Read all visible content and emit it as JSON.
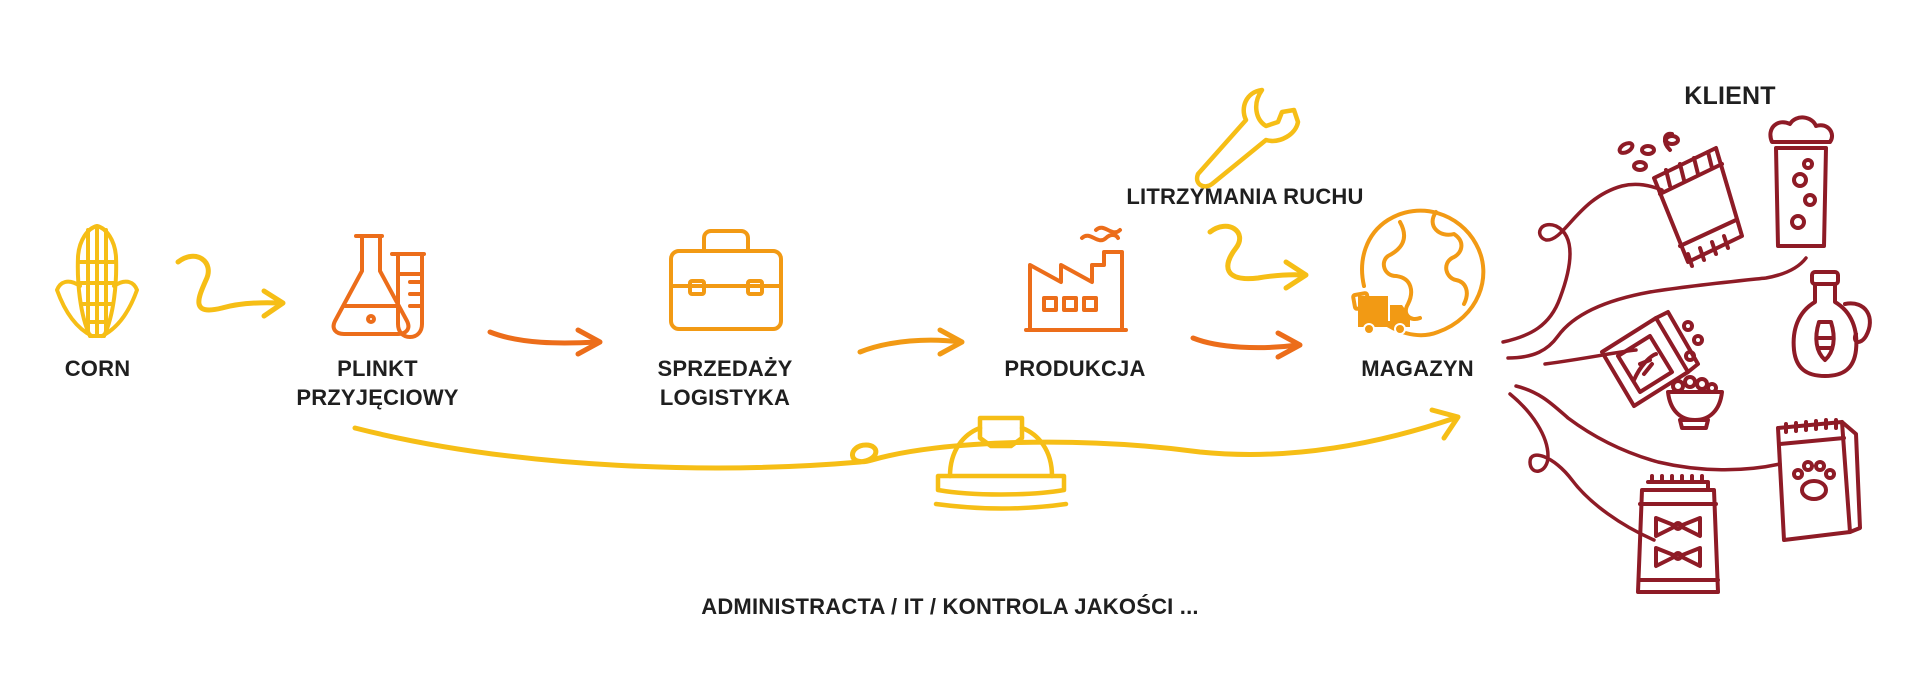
{
  "colors": {
    "yellow": "#F6BE16",
    "amber": "#F29A14",
    "orange": "#EC6D1A",
    "maroon": "#8E1B26",
    "text": "#1f1f1f"
  },
  "nodes": {
    "corn": {
      "line1": "CORN",
      "icon": "corn-icon"
    },
    "lab": {
      "line1": "PLINKT",
      "line2": "PRZYJĘCIOWY",
      "icon": "lab-flask-icon"
    },
    "sales": {
      "line1": "SPRZEDAŻY",
      "line2": "LOGISTYKA",
      "icon": "briefcase-icon"
    },
    "production": {
      "line1": "PRODUKCJA",
      "icon": "factory-icon"
    },
    "warehouse": {
      "line1": "MAGAZYN",
      "icon": "globe-truck-icon"
    },
    "maintenance": {
      "line1": "LITRZYMANIA RUCHU",
      "icon": "wrench-icon"
    },
    "admin": {
      "line1": "ADMINISTRACTA / IT / KONTROLA JAKOŚCI ...",
      "icon": "hard-hat-icon"
    },
    "client": {
      "line1": "KLIENT"
    }
  },
  "client_products": [
    "snack-bag-icon",
    "beer-glass-icon",
    "oil-bottle-icon",
    "cereal-box-icon",
    "pet-food-bag-icon",
    "pasta-bag-icon"
  ]
}
